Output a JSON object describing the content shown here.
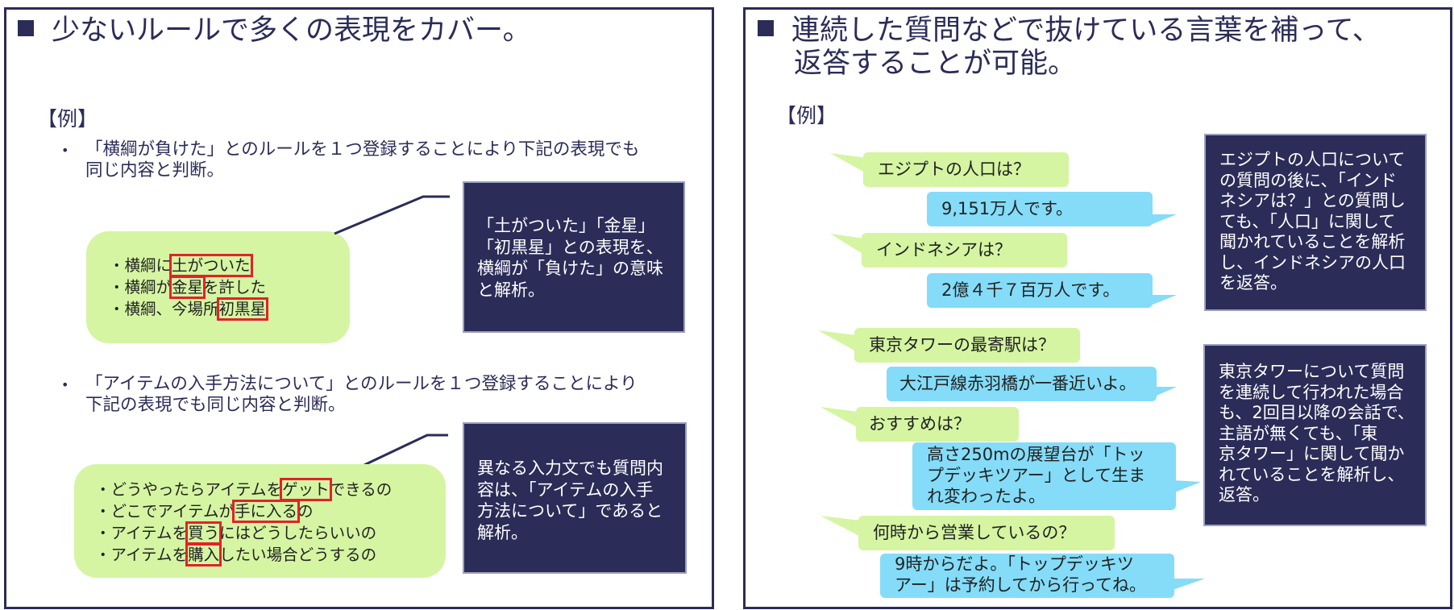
{
  "left": {
    "title": "少ないルールで多くの表現をカバー。",
    "example_label": "【例】",
    "bullet1": {
      "dot": "•",
      "line1": "「横綱が負けた」とのルールを１つ登録することにより下記の表現でも",
      "line2": "同じ内容と判断。",
      "examples": [
        {
          "pre": "・横綱に",
          "hl": "土がついた",
          "post": ""
        },
        {
          "pre": "・横綱が",
          "hl": "金星",
          "post": "を許した"
        },
        {
          "pre": "・横綱、今場所",
          "hl": "初黒星",
          "post": ""
        }
      ],
      "note": [
        "「土がついた」「金星」",
        "「初黒星」との表現を、",
        "横綱が「負けた」の意味",
        "と解析。"
      ]
    },
    "bullet2": {
      "dot": "•",
      "line1": "「アイテムの入手方法について」とのルールを１つ登録することにより",
      "line2": "下記の表現でも同じ内容と判断。",
      "examples": [
        {
          "pre": "・どうやったらアイテムを",
          "hl": "ゲット",
          "post": "できるの"
        },
        {
          "pre": "・どこでアイテムが",
          "hl": "手に入る",
          "post": "の"
        },
        {
          "pre": "・アイテムを",
          "hl": "買う",
          "post": "にはどうしたらいいの"
        },
        {
          "pre": "・アイテムを",
          "hl": "購入",
          "post": "したい場合どうするの"
        }
      ],
      "note": [
        "異なる入力文でも質問内",
        "容は、「アイテムの入手",
        "方法について」であると",
        "解析。"
      ]
    }
  },
  "right": {
    "title_line1": "連続した質問などで抜けている言葉を補って、",
    "title_line2": "返答することが可能。",
    "example_label": "【例】",
    "dialog": [
      {
        "kind": "q",
        "lines": [
          "エジプトの人口は？"
        ]
      },
      {
        "kind": "a",
        "lines": [
          "9,151万人です。"
        ]
      },
      {
        "kind": "q",
        "lines": [
          "インドネシアは？"
        ]
      },
      {
        "kind": "a",
        "lines": [
          "2億４千７百万人です。"
        ]
      },
      {
        "kind": "q",
        "lines": [
          "東京タワーの最寄駅は？"
        ]
      },
      {
        "kind": "a",
        "lines": [
          "大江戸線赤羽橋が一番近いよ。"
        ]
      },
      {
        "kind": "q",
        "lines": [
          "おすすめは？"
        ]
      },
      {
        "kind": "a",
        "lines": [
          "高さ250mの展望台が「トッ",
          "プデッキツアー」として生ま",
          "れ変わったよ。"
        ]
      },
      {
        "kind": "q",
        "lines": [
          "何時から営業しているの？"
        ]
      },
      {
        "kind": "a",
        "lines": [
          "9時からだよ。「トップデッキツ",
          "アー」は予約してから行ってね。"
        ]
      }
    ],
    "note1": [
      "エジプトの人口について",
      "の質問の後に、「インド",
      "ネシアは？」との質問し",
      "ても、「人口」に関して",
      "聞かれていることを解析",
      "し、インドネシアの人口",
      "を返答。"
    ],
    "note2": [
      "東京タワーについて質問",
      "を連続して行われた場合",
      "も、2回目以降の会話で、",
      "主語が無くても、「東",
      "京タワー」に関して聞か",
      "れていることを解析し、",
      "返答。"
    ]
  },
  "colors": {
    "navy": "#2b2c58",
    "green": "#d5f5a2",
    "blue": "#84dcf8",
    "highlight": "#e3212b"
  }
}
